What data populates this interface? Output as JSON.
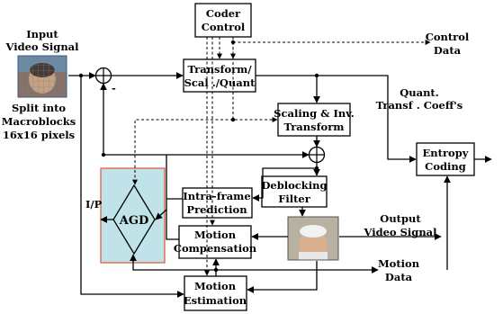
{
  "blocks": {
    "coder_control": [
      "Coder",
      "Control"
    ],
    "transform": [
      "Transform/",
      "Scal ./Quant"
    ],
    "scaling": [
      "Scaling & Inv.",
      "Transform"
    ],
    "entropy": [
      "Entropy",
      "Coding"
    ],
    "deblocking": [
      "Deblocking",
      "Filter"
    ],
    "intra": [
      "Intra-frame",
      "Prediction"
    ],
    "motion_comp": [
      "Motion",
      "Compensation"
    ],
    "motion_est": [
      "Motion",
      "Estimation"
    ],
    "agd": "AGD"
  },
  "labels": {
    "input": [
      "Input",
      "Video Signal"
    ],
    "split": [
      "Split into",
      "Macroblocks",
      "16x16 pixels"
    ],
    "control_data": [
      "Control",
      "Data"
    ],
    "quant": [
      "Quant.",
      "Transf . Coeff's"
    ],
    "output": [
      "Output",
      "Video Signal"
    ],
    "motion_data": [
      "Motion",
      "Data"
    ],
    "ip": "I/P",
    "minus": "-"
  },
  "colors": {
    "agd_fill": "#bfe3e8",
    "agd_border": "#e06040"
  },
  "images": {
    "input_frame": "portrait-icon",
    "output_frame": "portrait-icon"
  }
}
